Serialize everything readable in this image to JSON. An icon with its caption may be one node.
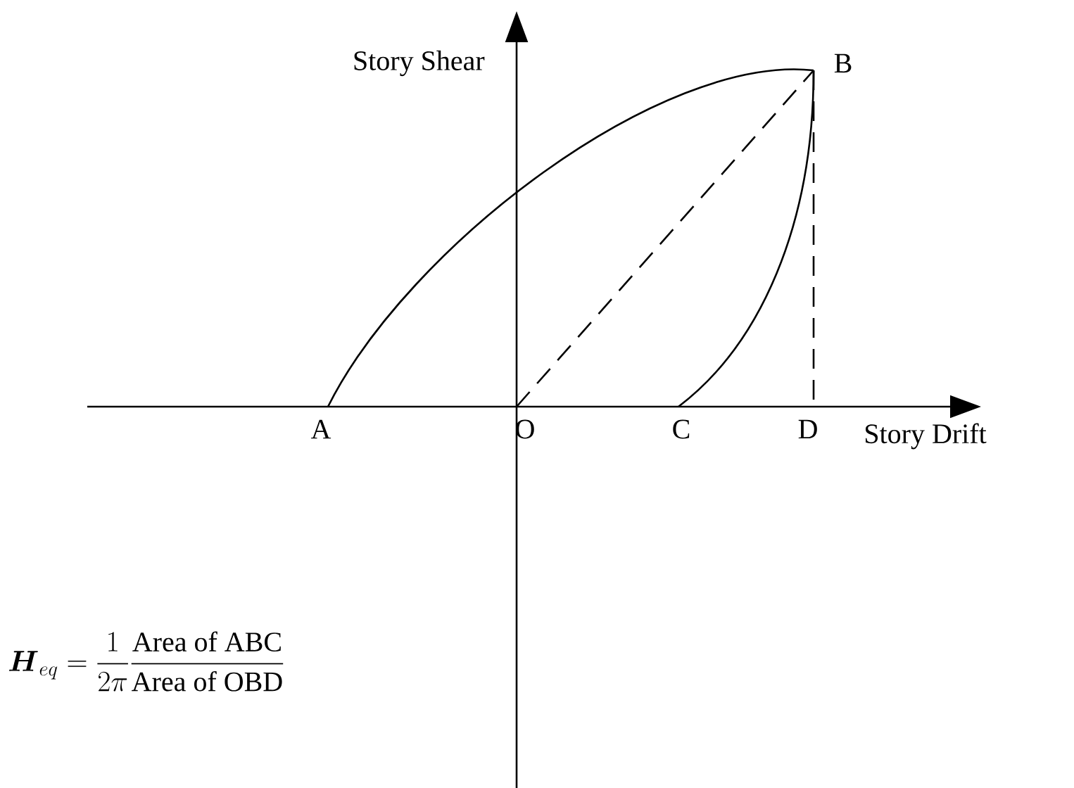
{
  "diagram": {
    "nodes": [
      {
        "text": [
          "A"
        ]
      },
      {
        "text": [
          "O"
        ]
      },
      {
        "text": [
          "C"
        ]
      },
      {
        "text": [
          "D"
        ]
      },
      {
        "text": [
          "B"
        ]
      }
    ],
    "edges": [
      {
        "from": 0,
        "to": 4,
        "arrow": "none"
      },
      {
        "from": 4,
        "to": 2,
        "arrow": "none"
      },
      {
        "from": 1,
        "to": 4,
        "arrow": "none",
        "style": "dashed"
      },
      {
        "from": 4,
        "to": 3,
        "arrow": "none",
        "style": "dashed"
      }
    ],
    "labels": [
      "Story Shear",
      "Story Drift",
      "\\boldsymbol{H}_{eq} = \\frac{1}{2\\pi}\\frac{\\mathrm{Area\\ of\\ ABC}}{\\mathrm{Area\\ of\\ OBD}}"
    ]
  }
}
